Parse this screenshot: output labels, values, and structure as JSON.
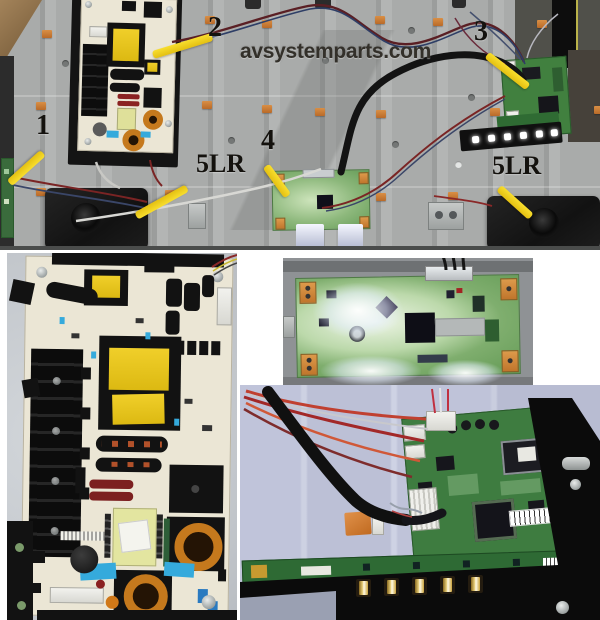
{
  "watermark": "avsystemparts.com",
  "labels": {
    "part1": "1",
    "part2": "2",
    "part3": "3",
    "part4": "4",
    "part5_left": "5LR",
    "part5_right": "5LR"
  },
  "colors": {
    "arrow_yellow": "#f2cf1b",
    "label_text": "#14120e",
    "watermark_text": "#33302a",
    "panel_silver": "#a9abaa",
    "pcb_cream": "#ebe6d5",
    "pcb_green": "#3e7c40",
    "transformer_yellow": "#e5c31d",
    "copper_coil": "#c5791d",
    "speaker_black": "#161616",
    "power_photo_bg": "#c9cdd2",
    "tcon_photo_bg": "#8f9295",
    "main_photo_bg": "#c0c4da",
    "frame_black": "#0d0d0d"
  }
}
